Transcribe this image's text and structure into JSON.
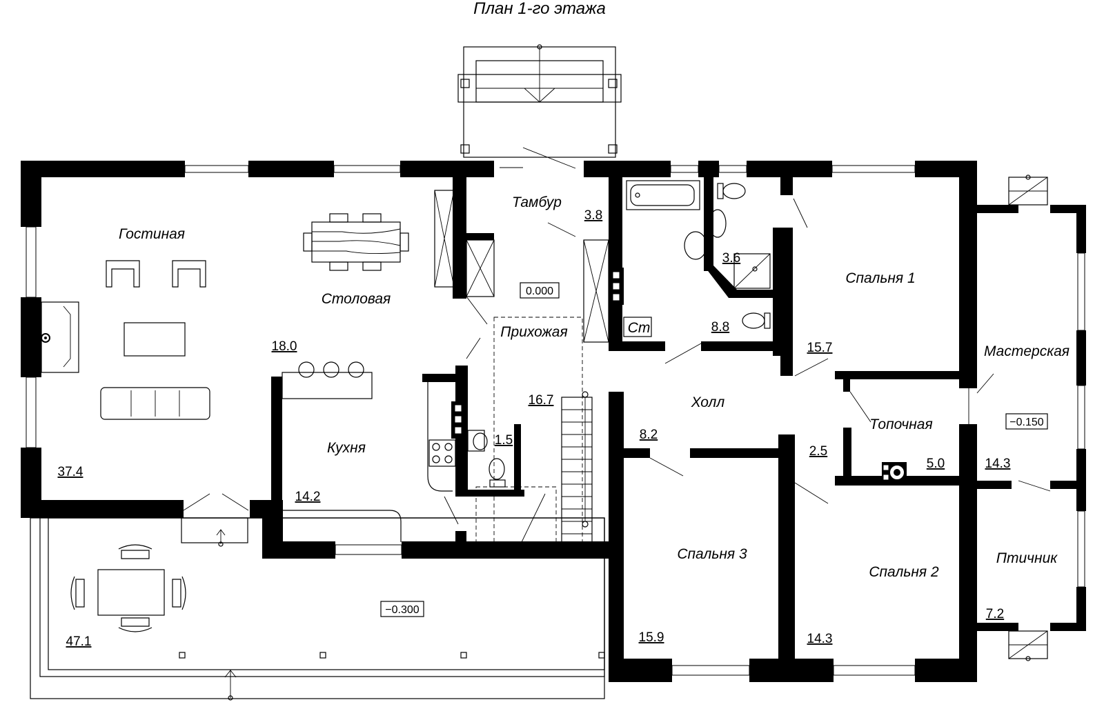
{
  "title": "План 1-го этажа",
  "rooms": {
    "gostinaya": "Гостиная",
    "stolovaya": "Столовая",
    "kukhnya": "Кухня",
    "tambur": "Тамбур",
    "prikhozhaya": "Прихожая",
    "kholl": "Холл",
    "spalnya1": "Спальня 1",
    "spalnya2": "Спальня 2",
    "spalnya3": "Спальня 3",
    "masterskaya": "Мастерская",
    "topochnaya": "Топочная",
    "ptichnik": "Птичник",
    "st": "Ст"
  },
  "areas": {
    "gostinaya": "37.4",
    "stolovaya": "18.0",
    "kukhnya": "14.2",
    "tambur": "3.8",
    "prikhozhaya": "16.7",
    "sanuzel_small": "1.5",
    "bath": "3.6",
    "corridor": "8.8",
    "spalnya1": "15.7",
    "kholl": "8.2",
    "kholl_2": "2.5",
    "topochnaya": "5.0",
    "masterskaya": "14.3",
    "spalnya3": "15.9",
    "spalnya2": "14.3",
    "ptichnik": "7.2",
    "terrace": "47.1"
  },
  "levels": {
    "main": "0.000",
    "terrace": "−0.300",
    "workshop": "−0.150"
  }
}
